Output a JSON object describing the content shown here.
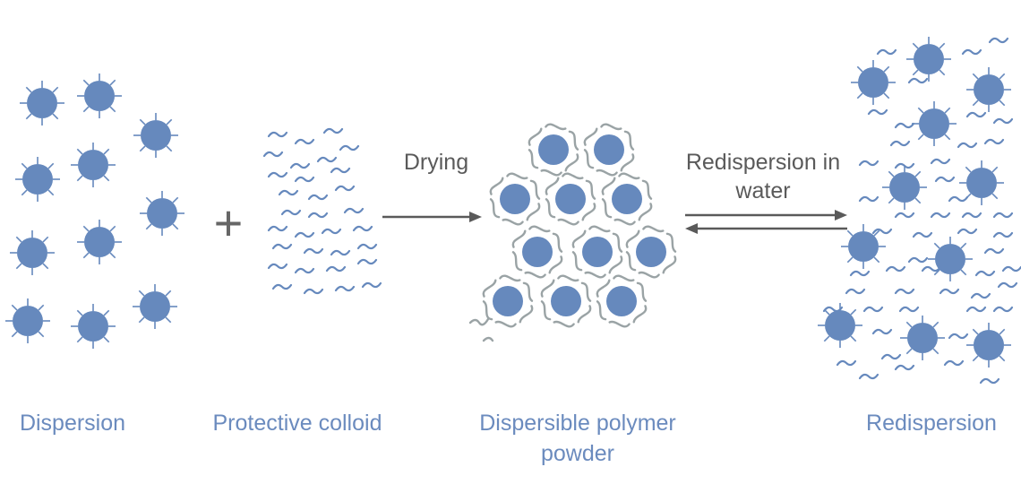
{
  "colors": {
    "particle": "#6689BD",
    "colloid": "#6689BD",
    "shell": "#9AA3A5",
    "arrow": "#5a5a5a",
    "label": "#6B8BBE"
  },
  "operators": {
    "plus": "+"
  },
  "steps": {
    "drying": "Drying",
    "redispersion": "Redispersion in water"
  },
  "labels": {
    "dispersion": "Dispersion",
    "protective_colloid": "Protective colloid",
    "powder": "Dispersible polymer powder",
    "redispersion": "Redispersion"
  }
}
